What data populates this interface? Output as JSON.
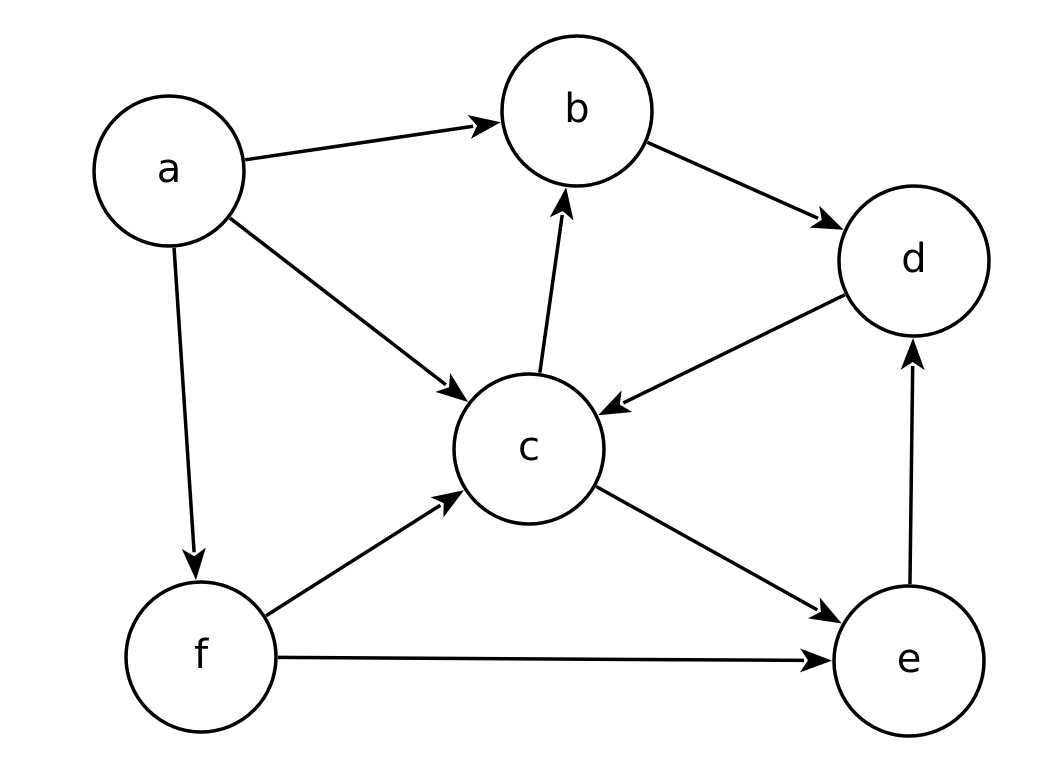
{
  "diagram": {
    "type": "directed-graph",
    "nodes": [
      {
        "id": "a",
        "label": "a"
      },
      {
        "id": "b",
        "label": "b"
      },
      {
        "id": "c",
        "label": "c"
      },
      {
        "id": "d",
        "label": "d"
      },
      {
        "id": "e",
        "label": "e"
      },
      {
        "id": "f",
        "label": "f"
      }
    ],
    "edges": [
      {
        "from": "a",
        "to": "b"
      },
      {
        "from": "a",
        "to": "c"
      },
      {
        "from": "a",
        "to": "f"
      },
      {
        "from": "b",
        "to": "d"
      },
      {
        "from": "c",
        "to": "b"
      },
      {
        "from": "d",
        "to": "c"
      },
      {
        "from": "c",
        "to": "e"
      },
      {
        "from": "f",
        "to": "c"
      },
      {
        "from": "f",
        "to": "e"
      },
      {
        "from": "e",
        "to": "d"
      }
    ],
    "colors": {
      "stroke": "#000000",
      "node_fill": "#ffffff",
      "background": "#ffffff"
    }
  }
}
